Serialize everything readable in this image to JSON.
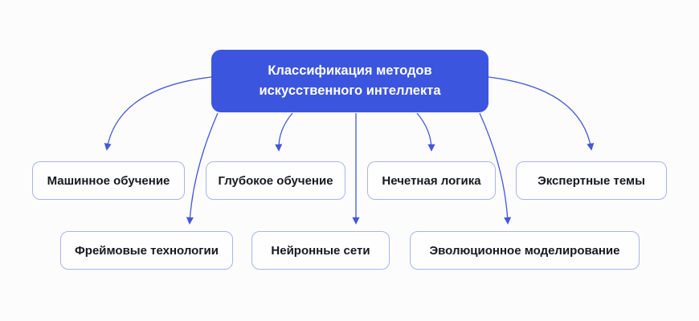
{
  "diagram": {
    "root": {
      "label": "Классификация методов искусственного интеллекта"
    },
    "nodes": [
      {
        "label": "Машинное обучение"
      },
      {
        "label": "Глубокое обучение"
      },
      {
        "label": "Нечетная логика"
      },
      {
        "label": "Экспертные темы"
      },
      {
        "label": "Фреймовые технологии"
      },
      {
        "label": "Нейронные сети"
      },
      {
        "label": "Эволюционное моделирование"
      }
    ],
    "edges": [
      {
        "from": "Классификация методов искусственного интеллекта",
        "to": "Машинное обучение"
      },
      {
        "from": "Классификация методов искусственного интеллекта",
        "to": "Глубокое обучение"
      },
      {
        "from": "Классификация методов искусственного интеллекта",
        "to": "Нечетная логика"
      },
      {
        "from": "Классификация методов искусственного интеллекта",
        "to": "Экспертные темы"
      },
      {
        "from": "Классификация методов искусственного интеллекта",
        "to": "Фреймовые технологии"
      },
      {
        "from": "Классификация методов искусственного интеллекта",
        "to": "Нейронные сети"
      },
      {
        "from": "Классификация методов искусственного интеллекта",
        "to": "Эволюционное моделирование"
      }
    ],
    "colors": {
      "root_fill": "#3c55de",
      "root_text": "#ffffff",
      "node_border": "#a9b4e8",
      "node_fill": "#fefeff",
      "node_text": "#17191f",
      "arrow": "#4457d6",
      "background": "#fcfcfd"
    }
  }
}
